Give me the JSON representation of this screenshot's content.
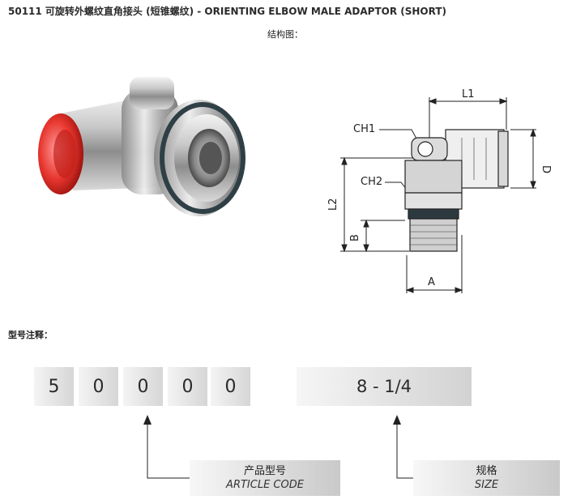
{
  "title": "50111 可旋转外螺纹直角接头 (短锥螺纹) - ORIENTING ELBOW MALE ADAPTOR (SHORT)",
  "structure_label": "结构图：",
  "drawing_labels": {
    "L1": "L1",
    "CH1": "CH1",
    "CH2": "CH2",
    "D": "D",
    "L2": "L2",
    "B": "B",
    "A": "A"
  },
  "model_note_label": "型号注释：",
  "article_digits": [
    "5",
    "0",
    "0",
    "0",
    "0"
  ],
  "size_value": "8 - 1/4",
  "article_code_label": {
    "cn": "产品型号",
    "en": "ARTICLE CODE"
  },
  "size_label": {
    "cn": "规格",
    "en": "SIZE"
  }
}
